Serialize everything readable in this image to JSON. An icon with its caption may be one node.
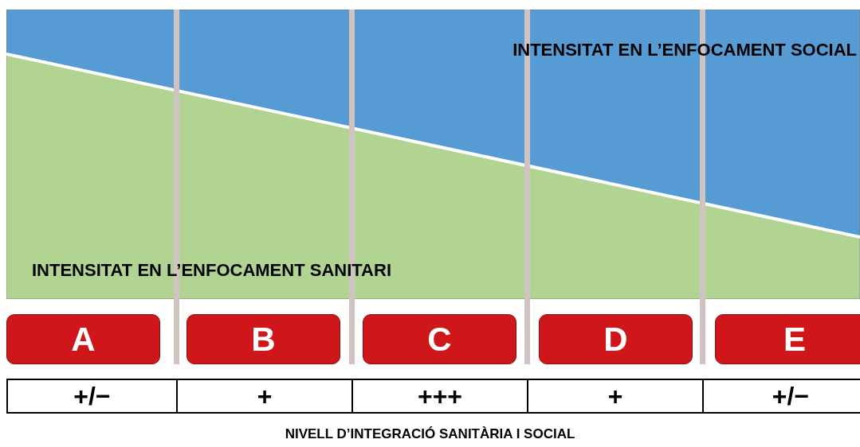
{
  "diagram": {
    "caption": "NIVELL D’INTEGRACIÓ SANITÀRIA I SOCIAL",
    "nodes": [
      {
        "text": [
          "INTENSITAT EN L’ENFOCAMENT SOCIAL"
        ]
      },
      {
        "text": [
          "INTENSITAT EN L’ENFOCAMENT SANITARI"
        ]
      },
      {
        "text": [
          "A"
        ]
      },
      {
        "text": [
          "B"
        ]
      },
      {
        "text": [
          "C"
        ]
      },
      {
        "text": [
          "D"
        ]
      },
      {
        "text": [
          "E"
        ]
      }
    ],
    "labels": [
      "+/−",
      "+",
      "+++",
      "+",
      "+/−"
    ]
  }
}
